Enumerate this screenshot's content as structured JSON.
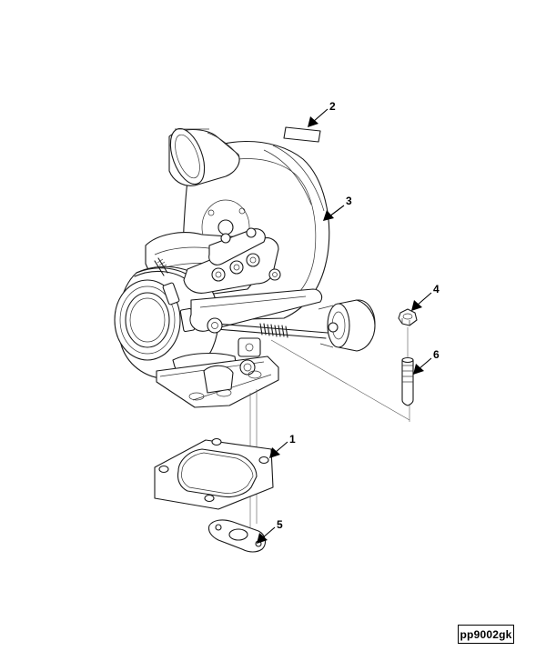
{
  "diagram": {
    "figure_id": "pp9002gk",
    "callouts": [
      {
        "number": "1",
        "part": "gasket"
      },
      {
        "number": "2",
        "part": "plate"
      },
      {
        "number": "3",
        "part": "turbocharger"
      },
      {
        "number": "4",
        "part": "nut"
      },
      {
        "number": "5",
        "part": "gasket"
      },
      {
        "number": "6",
        "part": "stud"
      }
    ]
  }
}
